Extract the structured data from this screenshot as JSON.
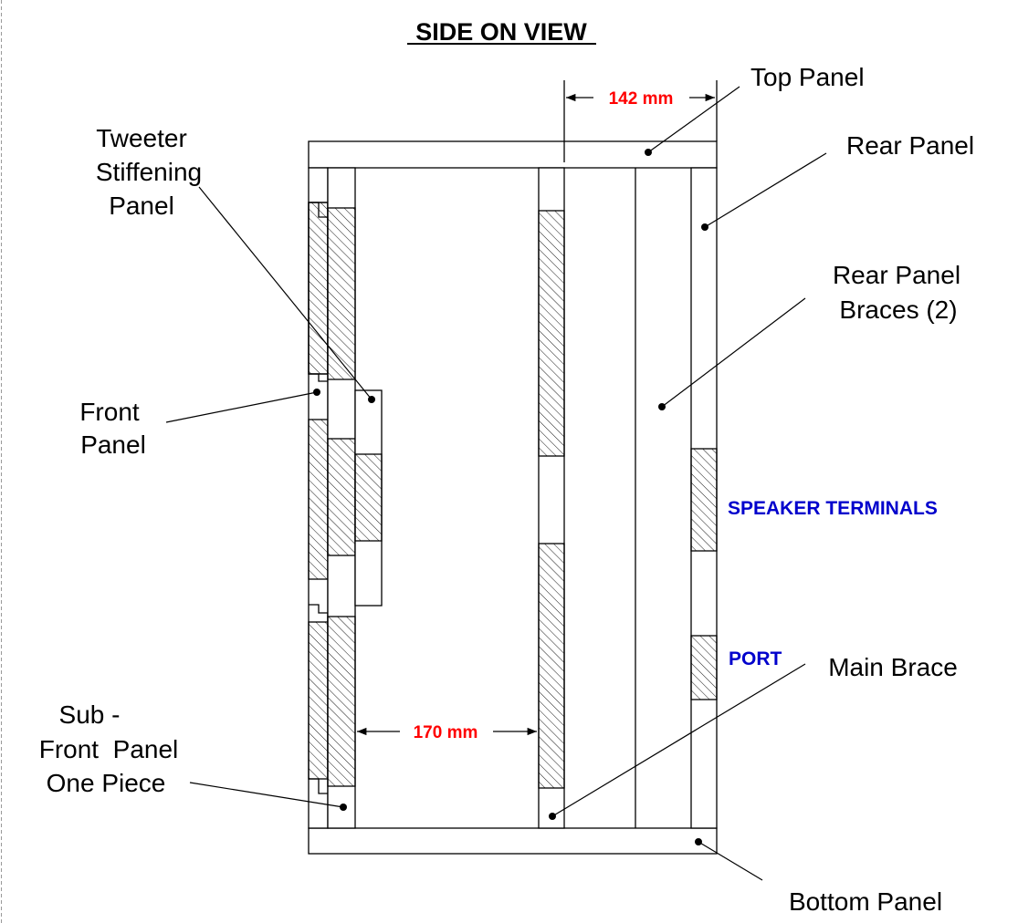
{
  "title": "SIDE ON VIEW",
  "colors": {
    "dimension_text": "#ff0000",
    "annotation_text": "#0000cc",
    "line": "#000000"
  },
  "labels": {
    "top_panel": "Top Panel",
    "rear_panel": "Rear Panel",
    "rear_braces_line1": "Rear Panel",
    "rear_braces_line2": "Braces (2)",
    "tweeter_line1": "Tweeter",
    "tweeter_line2": "Stiffening",
    "tweeter_line3": "Panel",
    "front_line1": "Front",
    "front_line2": "Panel",
    "main_brace": "Main Brace",
    "subfront_line1": "Sub -",
    "subfront_line2": "Front  Panel",
    "subfront_line3": "One Piece",
    "bottom_panel": "Bottom Panel"
  },
  "annotations": {
    "speaker_terminals": "SPEAKER TERMINALS",
    "port": "PORT"
  },
  "dimensions": {
    "top_depth": "142 mm",
    "inner_depth": "170 mm"
  }
}
